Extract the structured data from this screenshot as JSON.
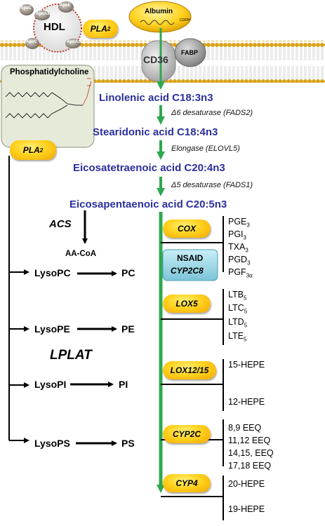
{
  "membrane": {
    "hdl_label": "HDL",
    "apo_labels": [
      "ApoC",
      "ApoE",
      "ApoA1",
      "ApoC",
      "ApoA1"
    ],
    "albumin_label": "Albumin",
    "cooh_label": "COOH",
    "cd36_label": "CD36",
    "fabp_label": "FABP",
    "pla2_top": "PLA",
    "pla2_sub": "2"
  },
  "phosphatidylcholine": {
    "title": "Phosphatidylcholine",
    "pla2_label": "PLA",
    "pla2_sub": "2"
  },
  "pathway": {
    "acids": [
      "Linolenic acid C18:3n3",
      "Stearidonic acid C18:4n3",
      "Eicosatetraenoic acid C20:4n3",
      "Eicosapentaenoic acid C20:5n3"
    ],
    "enzymes": [
      "Δ6 desaturase (FADS2)",
      "Elongase (ELOVL5)",
      "Δ5 desaturase (FADS1)"
    ]
  },
  "lysophospholipid": {
    "acs_label": "ACS",
    "aacoa_label": "AA-CoA",
    "lplat_label": "LPLAT",
    "rows": [
      {
        "from": "LysoPC",
        "to": "PC"
      },
      {
        "from": "LysoPE",
        "to": "PE"
      },
      {
        "from": "LysoPI",
        "to": "PI"
      },
      {
        "from": "LysoPS",
        "to": "PS"
      }
    ]
  },
  "enzyme_branches": {
    "cox": "COX",
    "nsaid_line1": "NSAID",
    "nsaid_line2": "CYP2C8",
    "lox5": "LOX5",
    "lox1215": "LOX12/15",
    "cyp2c": "CYP2C",
    "cyp4": "CYP4"
  },
  "products": {
    "cox": [
      {
        "base": "PGE",
        "sub": "3"
      },
      {
        "base": "PGI",
        "sub": "3"
      },
      {
        "base": "TXA",
        "sub": "3"
      },
      {
        "base": "PGD",
        "sub": "3"
      },
      {
        "base": "PGF",
        "sub": "3α"
      }
    ],
    "lox5": [
      {
        "base": "LTB",
        "sub": "5"
      },
      {
        "base": "LTC",
        "sub": "5"
      },
      {
        "base": "LTD",
        "sub": "5"
      },
      {
        "base": "LTE",
        "sub": "5"
      }
    ],
    "lox1215": [
      "15-HEPE",
      "12-HEPE"
    ],
    "cyp2c": [
      "8,9 EEQ",
      "11,12 EEQ",
      "14,15, EEQ",
      "17,18  EEQ"
    ],
    "cyp4": [
      "20-HEPE",
      "19-HEPE"
    ]
  },
  "colors": {
    "acid_text": "#2b2f9e",
    "green_arrow": "#2fa84f",
    "pill_yellow": "#ffd21f",
    "membrane_head": "#d9a21a",
    "nsaid_box": "#8fd2e3",
    "pc_box": "#e6ead9"
  }
}
